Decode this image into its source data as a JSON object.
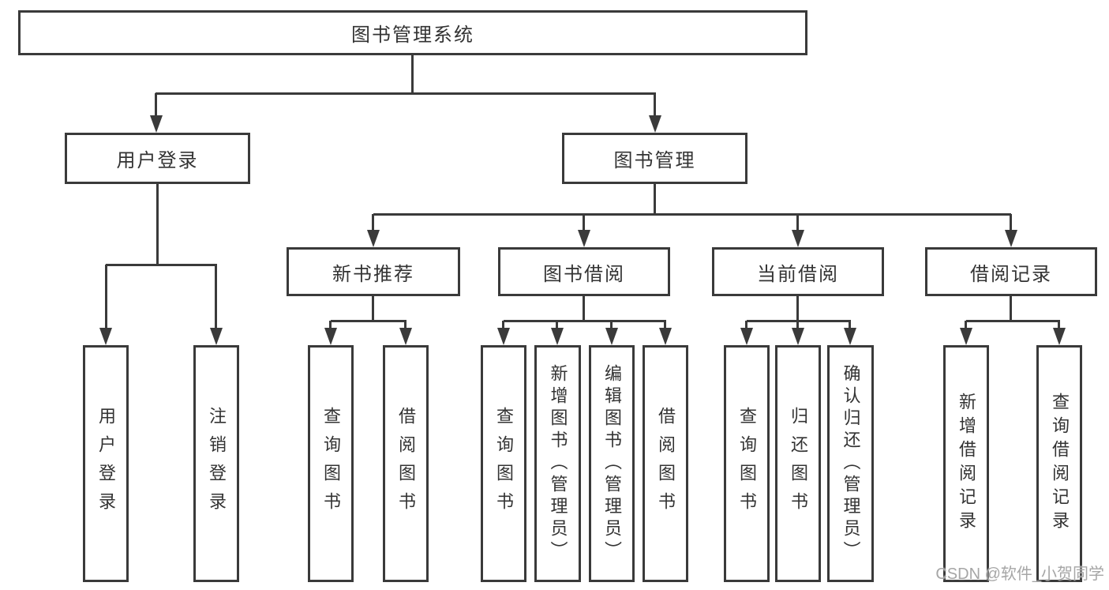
{
  "tree": {
    "root": "图书管理系统",
    "level2": {
      "user_login": "用户登录",
      "book_mgmt": "图书管理"
    },
    "level3": {
      "new_books": "新书推荐",
      "book_borrow": "图书借阅",
      "current_borrow": "当前借阅",
      "borrow_records": "借阅记录"
    },
    "level4": {
      "user_login_children": [
        "用户登录",
        "注销登录"
      ],
      "new_books_children": [
        "查询图书",
        "借阅图书"
      ],
      "book_borrow_children": [
        "查询图书",
        "新增图书（管理员）",
        "编辑图书（管理员）",
        "借阅图书"
      ],
      "current_borrow_children": [
        "查询图书",
        "归还图书",
        "确认归还（管理员）"
      ],
      "borrow_records_children": [
        "新增借阅记录",
        "查询借阅记录"
      ]
    }
  },
  "watermark": "CSDN @软件_小贺同学",
  "colors": {
    "line": "#3a3a3a",
    "background": "#ffffff",
    "text": "#333333",
    "watermark": "#a6a6a6"
  }
}
